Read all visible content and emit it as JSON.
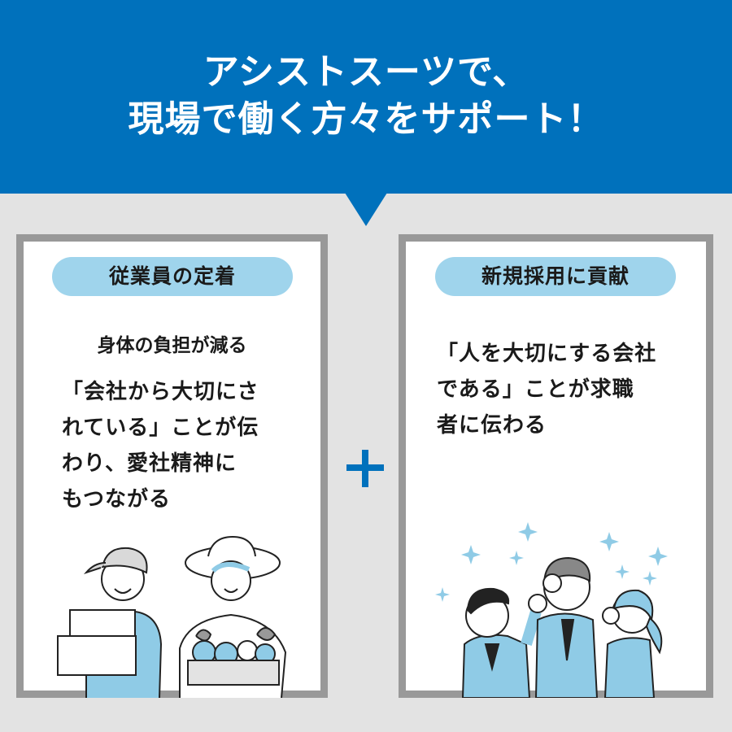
{
  "header": {
    "title_line1": "アシストスーツで、",
    "title_line2": "現場で働く方々をサポート！",
    "background_color": "#0071bc"
  },
  "left_card": {
    "badge": "従業員の定着",
    "subhead": "身体の負担が減る",
    "body_lines": [
      "「会社から大切にさ",
      "れている」ことが伝",
      "わり、愛社精神に",
      "もつながる"
    ],
    "illustration": "delivery-worker-and-farmer-illustration"
  },
  "connector": {
    "icon": "plus-icon",
    "color": "#0071bc"
  },
  "right_card": {
    "badge": "新規採用に貢献",
    "body_lines": [
      "「人を大切にする会社",
      "である」ことが求職",
      "者に伝わる"
    ],
    "illustration": "office-workers-cheering-illustration"
  },
  "colors": {
    "badge_bg": "#9fd4ec",
    "card_border": "#999999",
    "page_bg": "#e3e3e3",
    "illustration_accent": "#8fcbe6"
  }
}
